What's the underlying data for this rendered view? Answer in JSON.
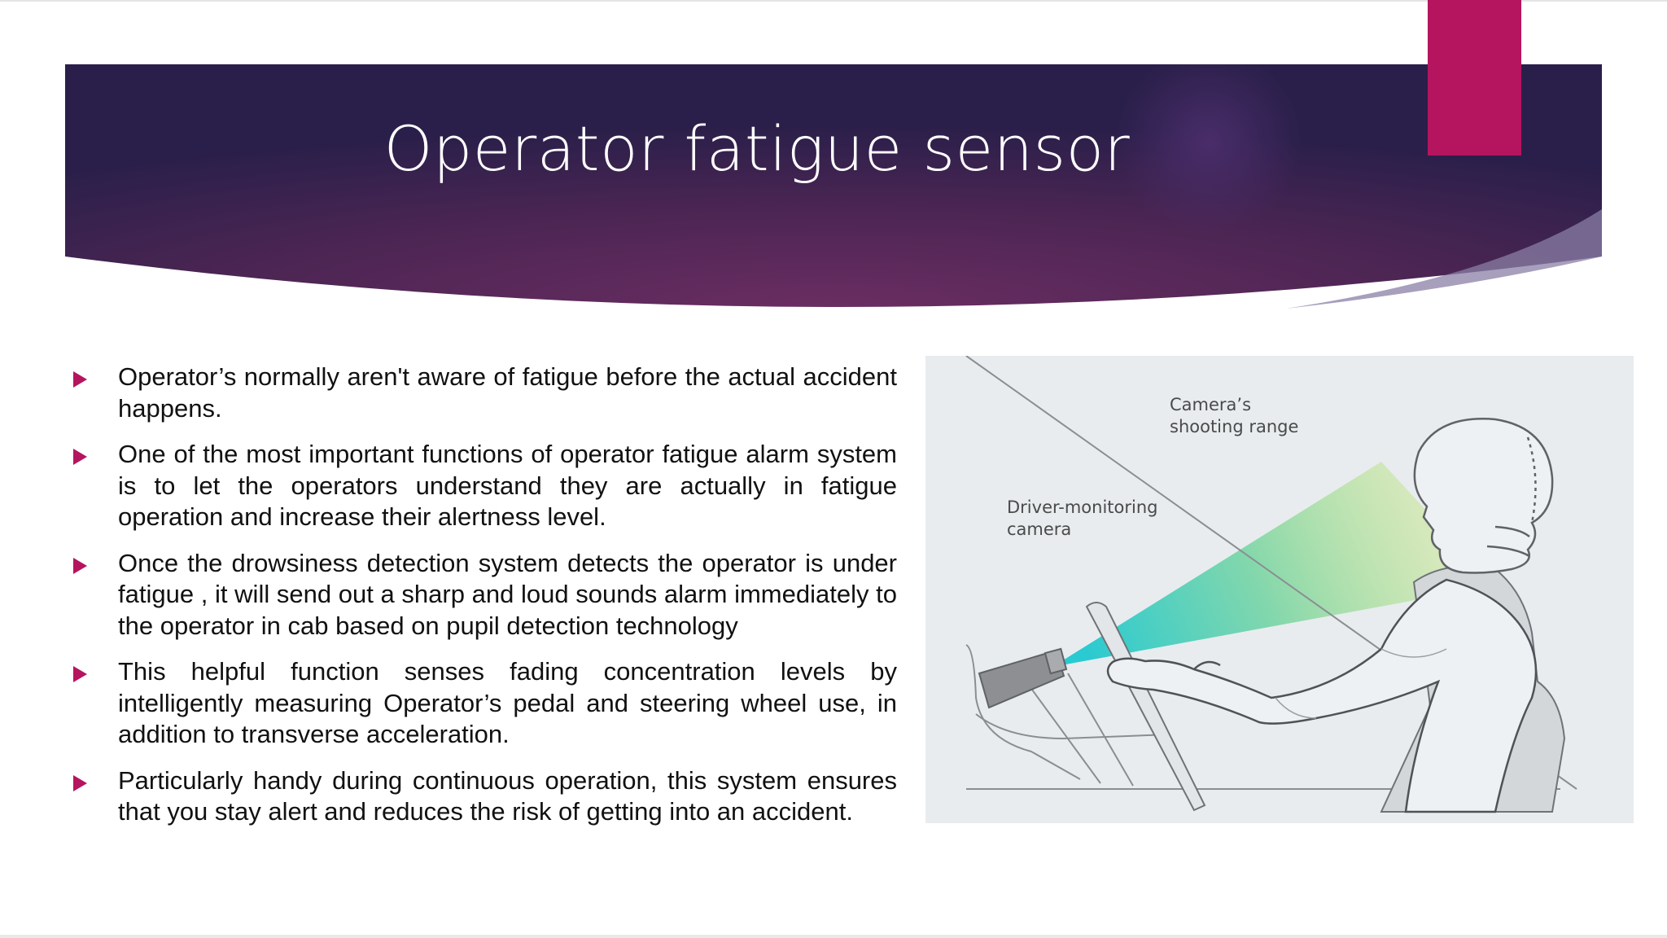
{
  "slide": {
    "title": "Operator fatigue sensor",
    "colors": {
      "banner_dark": "#2a1f4a",
      "banner_mid": "#6a2d62",
      "accent": "#b5155f",
      "beam_teal": "#1fc8d0",
      "beam_lime": "#d6e87a"
    },
    "bullets": [
      {
        "text": "Operator’s normally aren't aware of fatigue  before the actual accident happens."
      },
      {
        "text": "One of the most important functions of operator fatigue alarm system is to let the operators understand they are actually in fatigue operation and increase their alertness level."
      },
      {
        "text": "Once the drowsiness detection system detects the operator is under fatigue , it will send out a sharp and loud sounds alarm immediately to the operator in cab based on pupil detection technology"
      },
      {
        "text": "This helpful function senses fading concentration levels by intelligently measuring Operator’s pedal and steering wheel use, in addition to transverse acceleration."
      },
      {
        "text": "  Particularly handy during continuous operation, this system ensures that you stay alert and reduces the risk of getting into an accident."
      }
    ],
    "figure": {
      "label_range": "Camera’s\nshooting range",
      "label_camera": "Driver-monitoring\ncamera"
    }
  }
}
